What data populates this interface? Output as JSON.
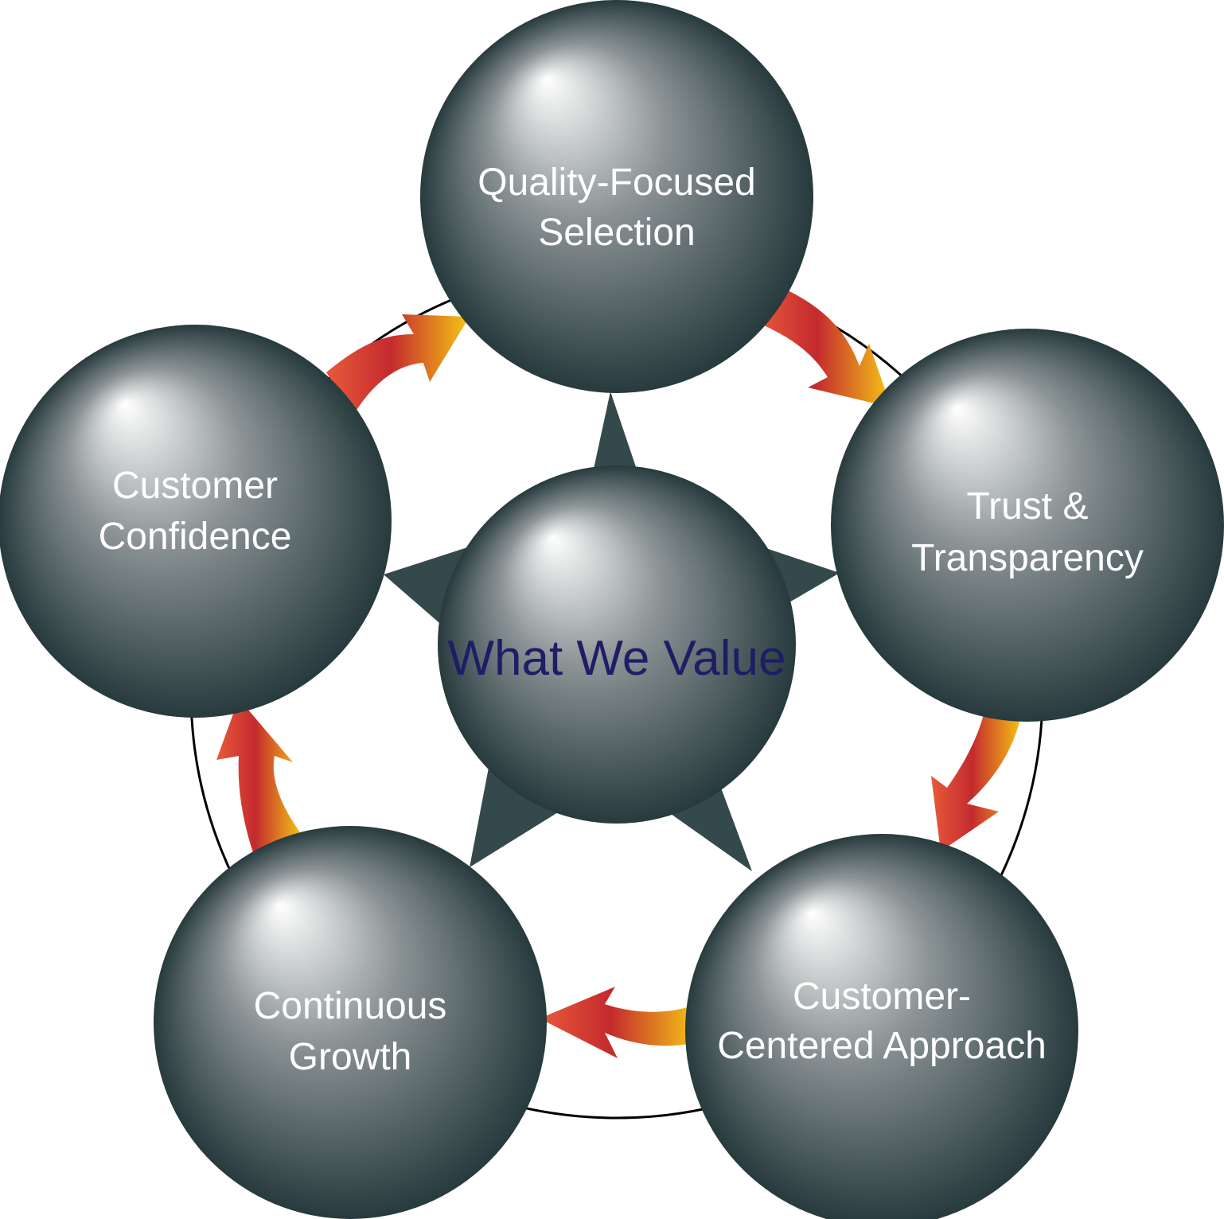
{
  "center": {
    "label": "What We Value"
  },
  "nodes": [
    {
      "id": "quality",
      "lines": [
        "Quality-Focused",
        "Selection"
      ]
    },
    {
      "id": "trust",
      "lines": [
        "Trust &",
        "Transparency"
      ]
    },
    {
      "id": "customer-centered",
      "lines": [
        "Customer-",
        "Centered Approach"
      ]
    },
    {
      "id": "growth",
      "lines": [
        "Continuous",
        "Growth"
      ]
    },
    {
      "id": "confidence",
      "lines": [
        "Customer",
        "Confidence"
      ]
    }
  ],
  "colors": {
    "sphere_light": "#ffffff",
    "sphere_mid": "#8a9294",
    "sphere_dark": "#273a3d",
    "star": "#33494b",
    "ring": "#000000",
    "arrow_start": "#e85a3a",
    "arrow_mid": "#c42a2e",
    "arrow_end": "#f6c714",
    "center_text": "#1f1d66",
    "node_text": "#ffffff"
  }
}
